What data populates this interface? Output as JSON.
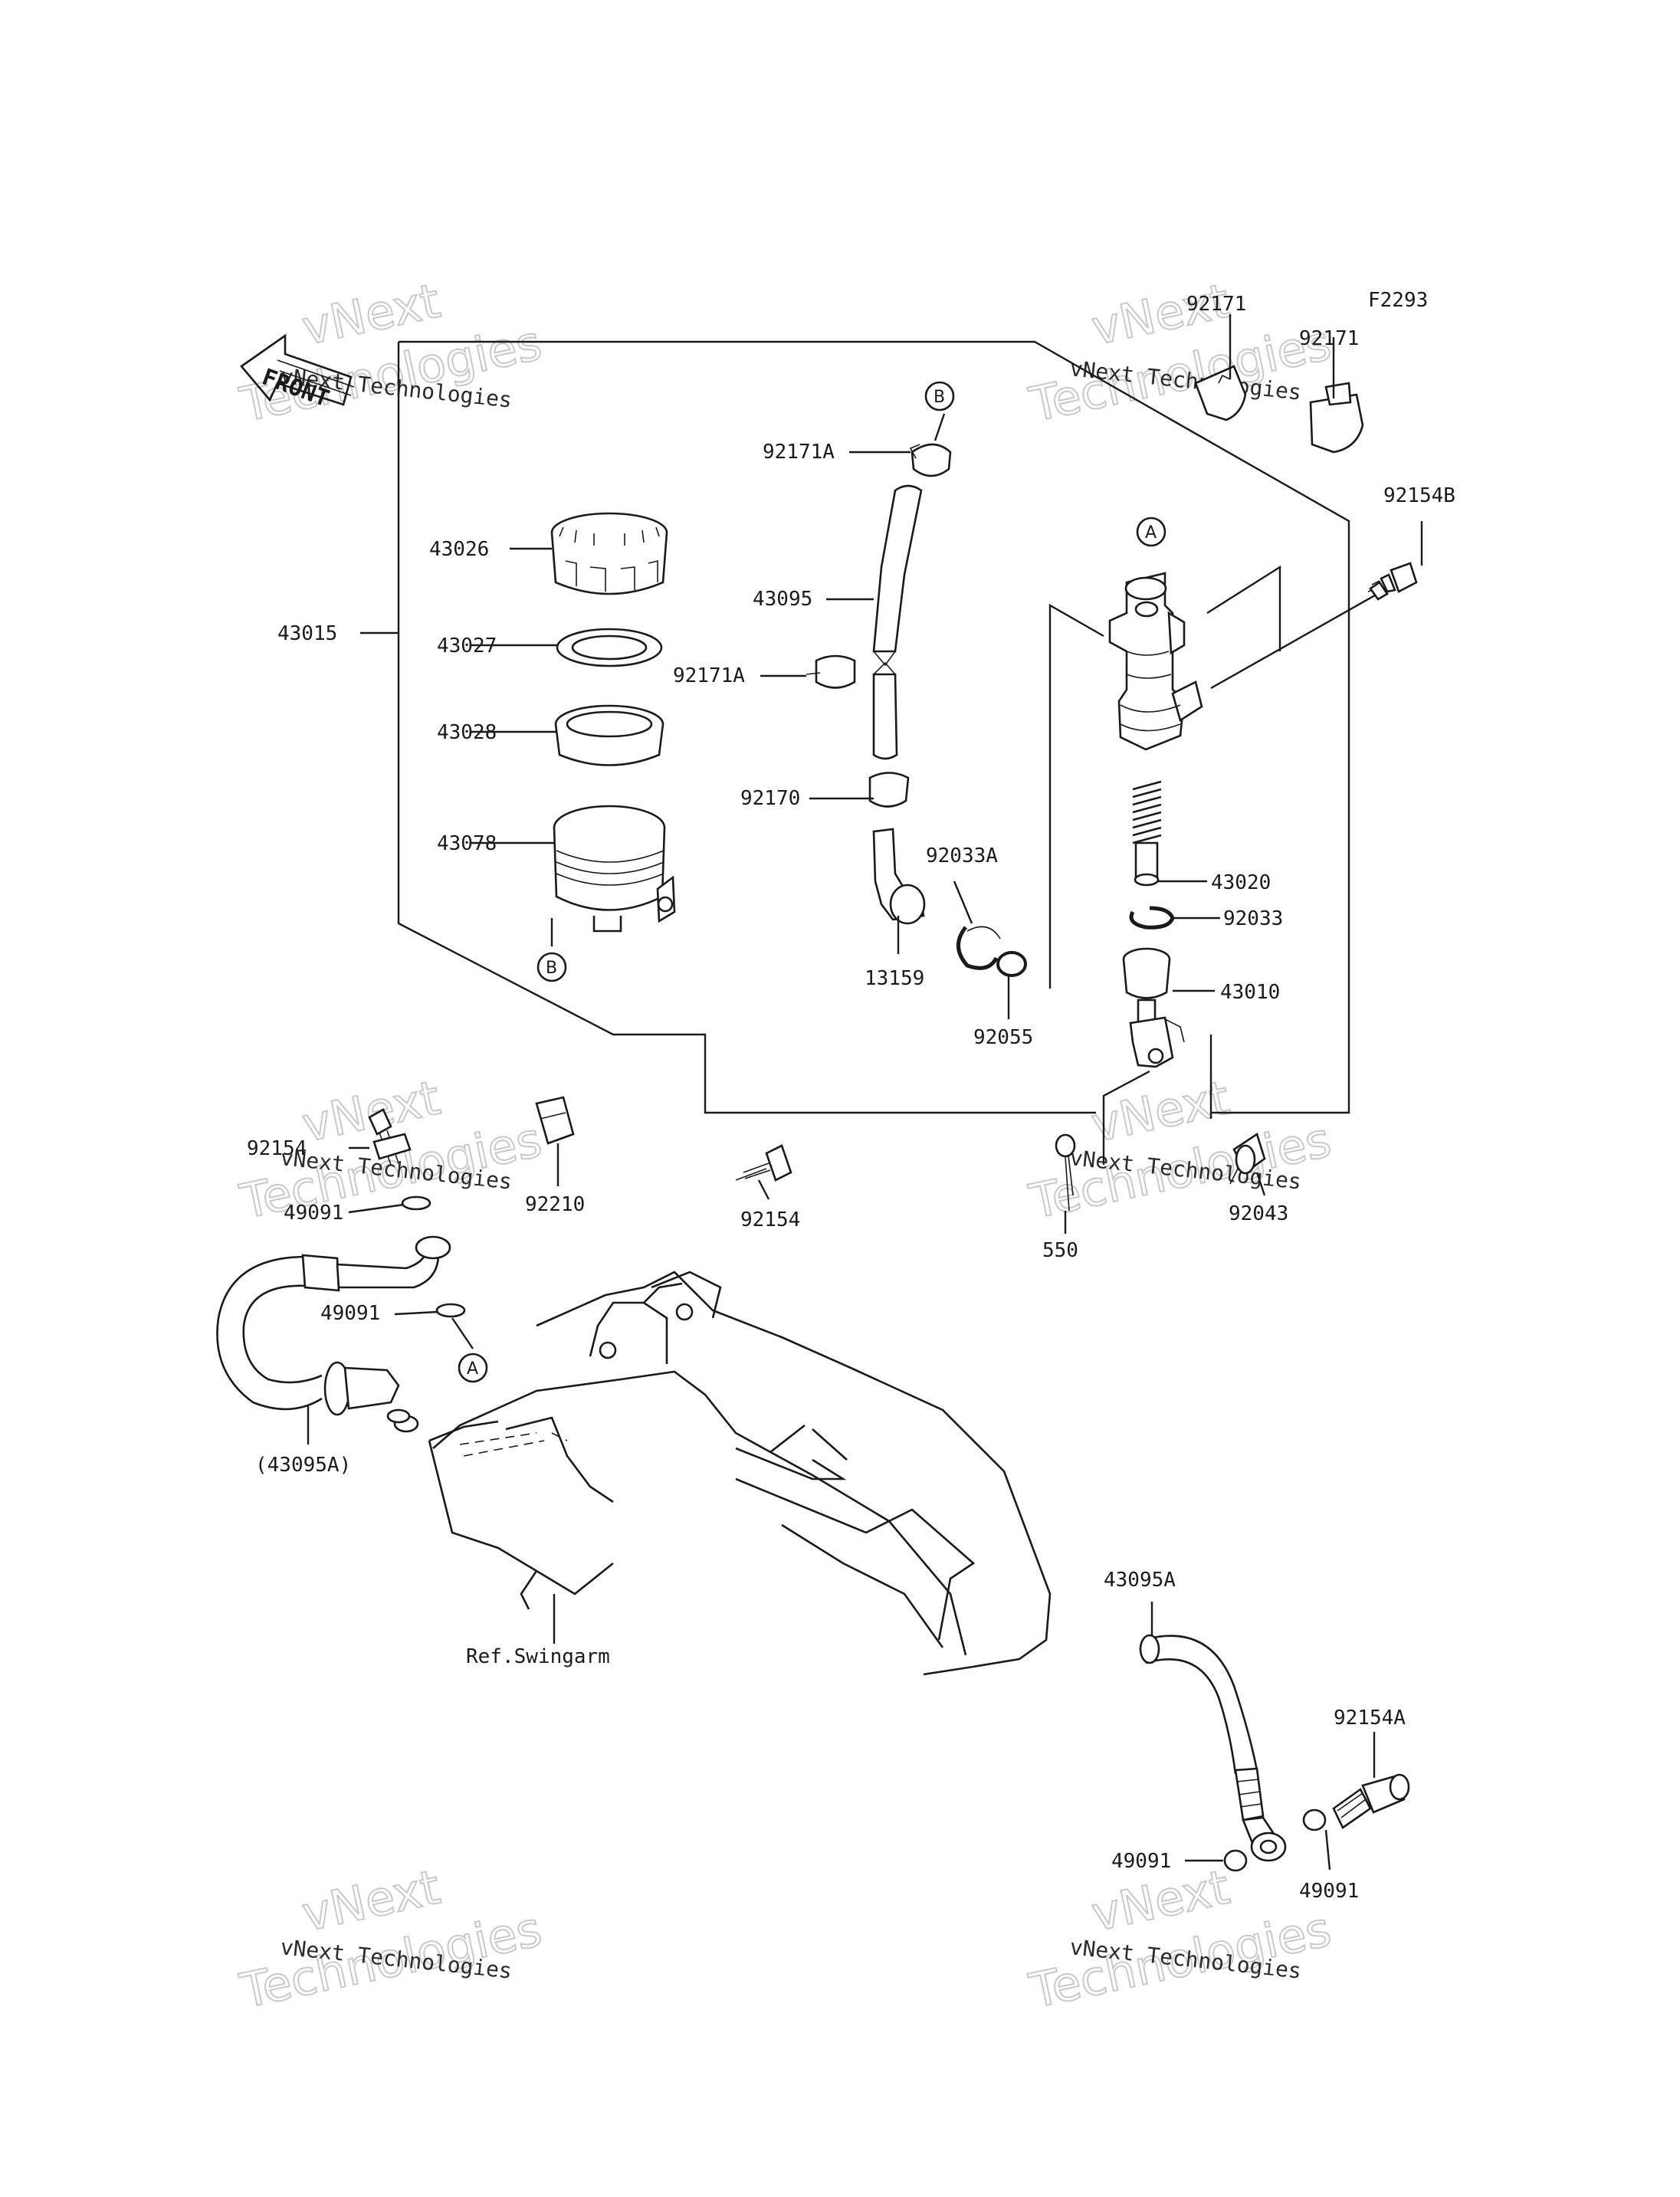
{
  "diagram_code": "F2293",
  "front_label": "FRONT",
  "ref_note": "Ref.Swingarm",
  "watermark": {
    "line1": "vNext Technologies",
    "line2": "vNext",
    "line3": "Technologies"
  },
  "refs": {
    "a": "A",
    "b": "B"
  },
  "parts": {
    "p43015": "43015",
    "p43026": "43026",
    "p43027": "43027",
    "p43028": "43028",
    "p43078": "43078",
    "p92171A_top": "92171A",
    "p43095": "43095",
    "p92171A_mid": "92171A",
    "p92170": "92170",
    "p13159": "13159",
    "p92033A": "92033A",
    "p92055": "92055",
    "p92171_a": "92171",
    "p92171_b": "92171",
    "p92154B": "92154B",
    "p43020": "43020",
    "p92033": "92033",
    "p43010": "43010",
    "p92043": "92043",
    "p550": "550",
    "p92154": "92154",
    "p92210": "92210",
    "p92154_hose": "92154",
    "p49091_a": "49091",
    "p49091_b": "49091",
    "p43095A_ref": "(43095A)",
    "p43095A": "43095A",
    "p92154A": "92154A",
    "p49091_c": "49091",
    "p49091_d": "49091"
  }
}
